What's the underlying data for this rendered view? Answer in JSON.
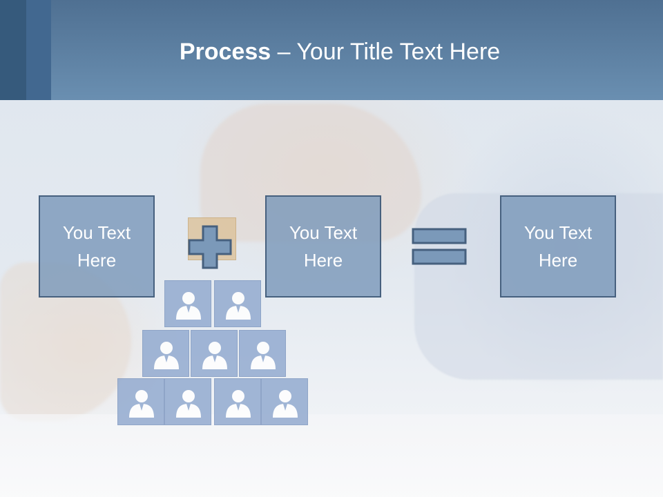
{
  "slide": {
    "title_bold": "Process",
    "title_rest": " – Your Title Text Here",
    "boxes": [
      {
        "text": "You Text Here"
      },
      {
        "text": "You Text Here"
      },
      {
        "text": "You Text Here"
      }
    ],
    "operators": [
      "plus",
      "equals"
    ]
  },
  "colors": {
    "header": "#6a8fb1",
    "box_fill": "#7b99b9",
    "box_border": "#46607e",
    "text": "#ffffff"
  },
  "icons": [
    "plus-icon",
    "equals-icon",
    "person-cube-icon"
  ]
}
